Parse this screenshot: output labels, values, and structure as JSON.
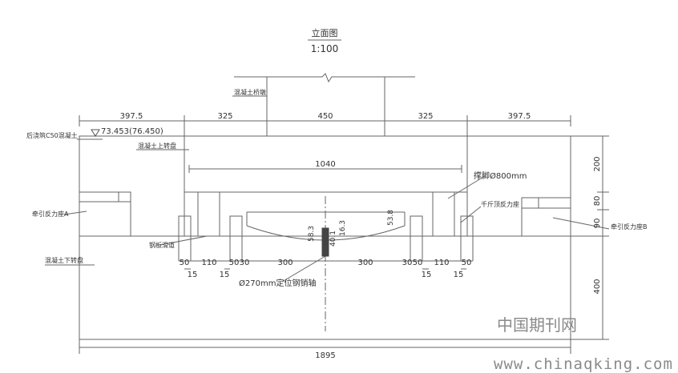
{
  "title": "立面图",
  "scale": "1:100",
  "dims_top": [
    "397.5",
    "325",
    "450",
    "325",
    "397.5"
  ],
  "dim_inner": "1040",
  "dims_bottom_row1": [
    "50",
    "110",
    "50",
    "30",
    "300",
    "300",
    "30",
    "50",
    "110",
    "50"
  ],
  "dims_bottom_row2": [
    "15",
    "15",
    "15",
    "15"
  ],
  "dim_total": "1895",
  "dims_right": [
    "200",
    "80",
    "90",
    "400"
  ],
  "dims_center": [
    "53.8",
    "58.3",
    "40.1",
    "16.3"
  ],
  "labels": {
    "tower": "混凝土桥墩",
    "concrete_grade": "后浇筑C50混凝土",
    "elevation": "73.453(76.450)",
    "upper_block": "混凝土上转盘",
    "pier": "撑脚Ø800mm",
    "jack_a": "牵引反力座A",
    "jack_b": "牵引反力座B",
    "limit": "千斤顶反力座",
    "slide": "钢板滑道",
    "lower_block": "混凝土下转盘",
    "pivot": "Ø270mm定位钢销轴"
  },
  "watermark": {
    "cn": "中国期刊网",
    "url": "www.chinaqking.com"
  }
}
